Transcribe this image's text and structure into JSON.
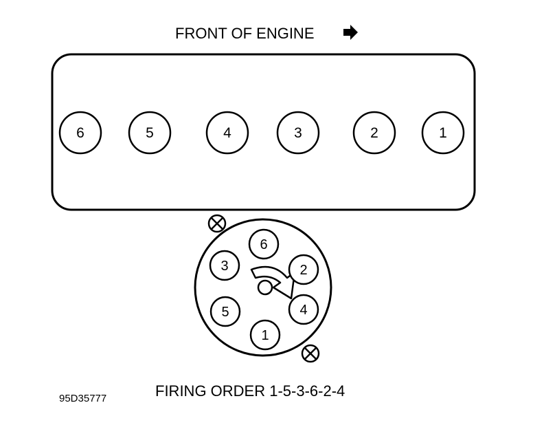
{
  "header": {
    "text": "FRONT OF ENGINE",
    "arrow_icon": "right-arrow-icon"
  },
  "engine_block": {
    "cylinders": [
      "6",
      "5",
      "4",
      "3",
      "2",
      "1"
    ]
  },
  "distributor": {
    "terminals": {
      "top": "6",
      "upper_left": "3",
      "upper_right": "2",
      "lower_left": "5",
      "lower_right": "4",
      "bottom": "1"
    },
    "rotation_icon": "rotation-arrow-icon",
    "mount_icons": [
      "hold-down-bolt-icon",
      "hold-down-bolt-icon"
    ]
  },
  "caption": {
    "text": "FIRING ORDER 1-5-3-6-2-4"
  },
  "figure_id": {
    "text": "95D35777"
  }
}
